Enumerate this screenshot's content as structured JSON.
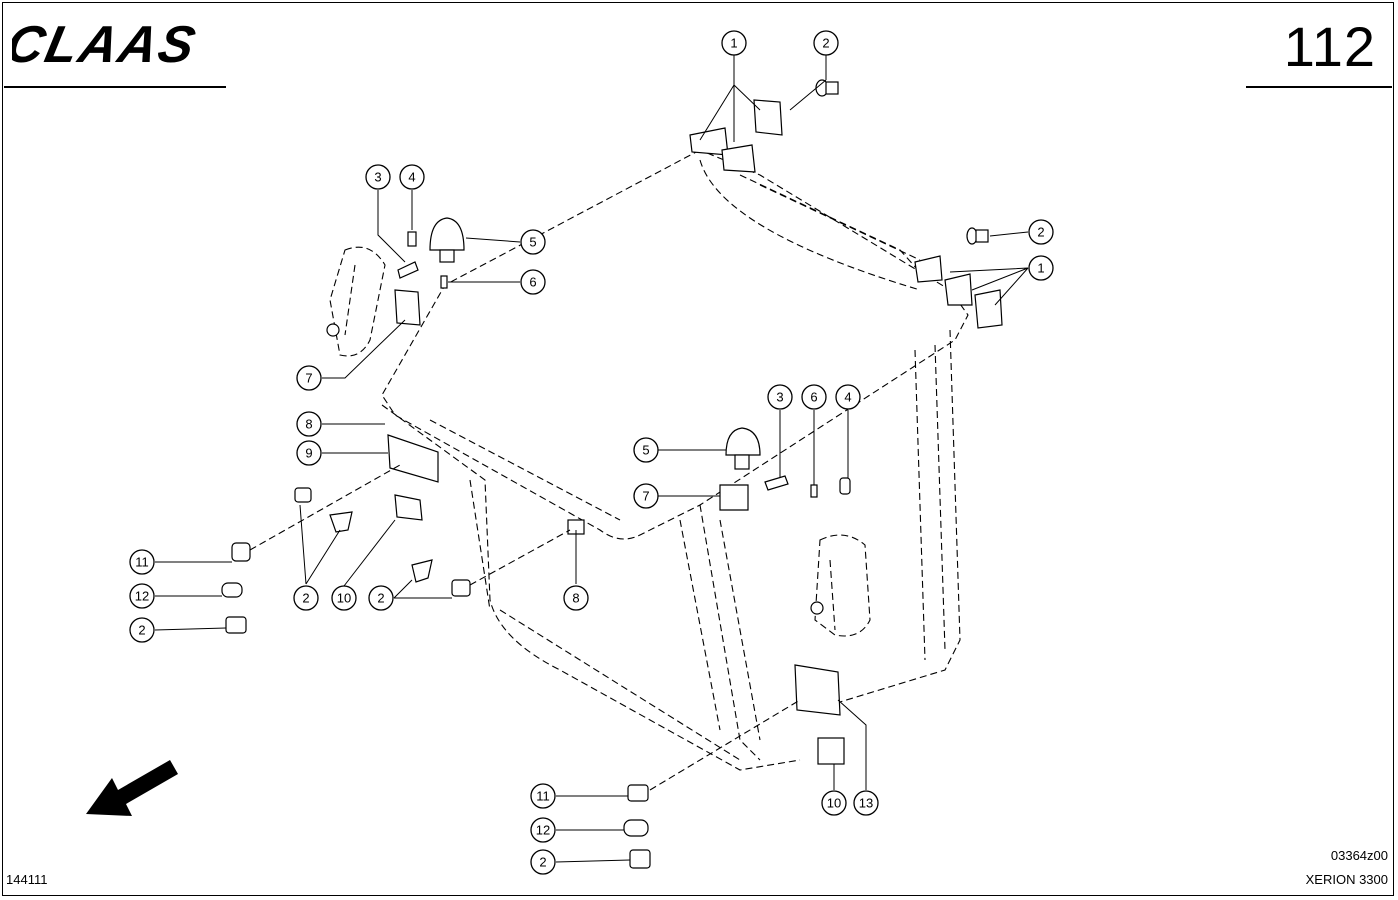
{
  "header": {
    "brand": "CLAAS",
    "page_number": "112"
  },
  "footer": {
    "figure_id": "144111",
    "drawing_code": "03364z00",
    "model": "XERION 3300"
  },
  "callouts": [
    "1",
    "2",
    "2",
    "1",
    "3",
    "4",
    "5",
    "6",
    "7",
    "8",
    "9",
    "2",
    "10",
    "11",
    "12",
    "2",
    "2",
    "3",
    "6",
    "4",
    "5",
    "7",
    "8",
    "11",
    "12",
    "2",
    "10",
    "13"
  ],
  "icons": {
    "logo": "claas-logo",
    "arrow": "direction-arrow-icon"
  }
}
